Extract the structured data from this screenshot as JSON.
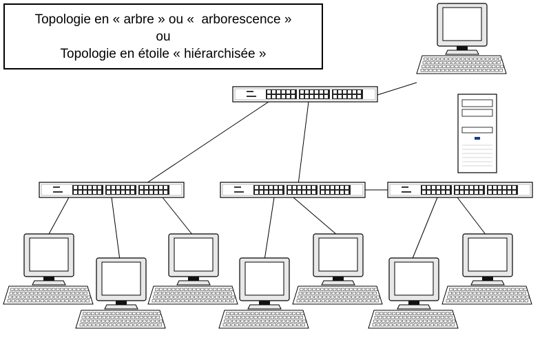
{
  "title": {
    "line1": "Topologie en « arbre » ou «  arborescence »",
    "line2": "ou",
    "line3": "Topologie en étoile « hiérarchisée »"
  },
  "nodes": [
    {
      "id": "root-switch",
      "kind": "switch"
    },
    {
      "id": "server",
      "kind": "computer-tower"
    },
    {
      "id": "switch-left",
      "kind": "switch"
    },
    {
      "id": "switch-middle",
      "kind": "switch"
    },
    {
      "id": "switch-right",
      "kind": "switch"
    },
    {
      "id": "pc-1",
      "kind": "computer"
    },
    {
      "id": "pc-2",
      "kind": "computer"
    },
    {
      "id": "pc-3",
      "kind": "computer"
    },
    {
      "id": "pc-4",
      "kind": "computer"
    },
    {
      "id": "pc-5",
      "kind": "computer"
    },
    {
      "id": "pc-6",
      "kind": "computer"
    },
    {
      "id": "pc-7",
      "kind": "computer"
    }
  ],
  "links": [
    [
      "root-switch",
      "server"
    ],
    [
      "root-switch",
      "switch-left"
    ],
    [
      "root-switch",
      "switch-middle"
    ],
    [
      "switch-middle",
      "switch-right"
    ],
    [
      "switch-left",
      "pc-1"
    ],
    [
      "switch-left",
      "pc-2"
    ],
    [
      "switch-left",
      "pc-3"
    ],
    [
      "switch-middle",
      "pc-4"
    ],
    [
      "switch-middle",
      "pc-5"
    ],
    [
      "switch-right",
      "pc-6"
    ],
    [
      "switch-right",
      "pc-7"
    ]
  ],
  "colors": {
    "line": "#000000",
    "fill": "#ffffff",
    "screen": "#ffffff",
    "frame": "#e8e8e8"
  }
}
